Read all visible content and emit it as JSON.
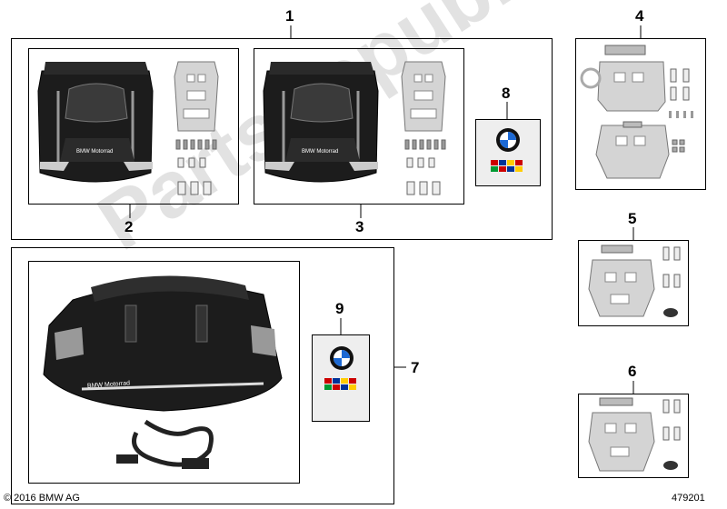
{
  "callouts": {
    "c1": "1",
    "c2": "2",
    "c3": "3",
    "c4": "4",
    "c5": "5",
    "c6": "6",
    "c7": "7",
    "c8": "8",
    "c9": "9"
  },
  "bag_brand_text": "BMW Motorrad",
  "copyright": "© 2016 BMW AG",
  "diagram_number": "479201",
  "watermark": "PartsRepublik",
  "colors": {
    "bag": "#1c1c1c",
    "plate": "#d4d4d4",
    "outline": "#000000"
  }
}
